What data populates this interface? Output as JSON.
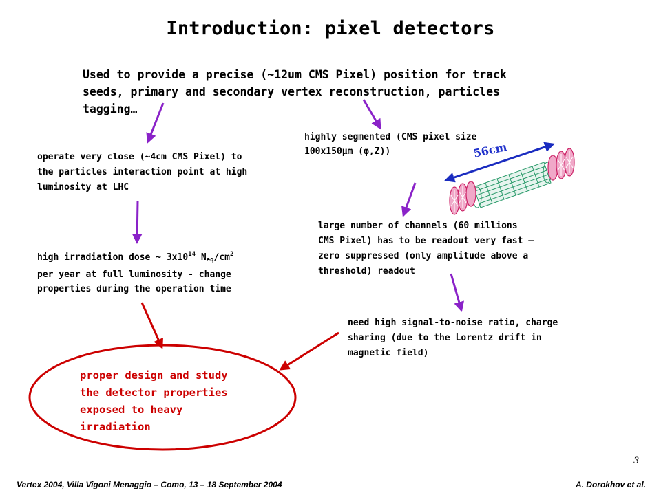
{
  "slide": {
    "title": "Introduction: pixel detectors",
    "intro": {
      "lines": [
        "Used to provide a precise (~12um CMS Pixel) position for track",
        "seeds, primary and secondary vertex reconstruction, particles",
        "tagging…"
      ]
    },
    "close_point": {
      "lines": [
        "operate very close (~4cm CMS Pixel) to",
        "the particles interaction point at high",
        "luminosity at LHC"
      ]
    },
    "segmentation": {
      "line1": "highly segmented (CMS pixel size",
      "line2": "100x150μm (φ,Z))"
    },
    "dose": {
      "prefix": "high irradiation dose ~ 3x10",
      "exp": "14",
      "unit": " N",
      "sub": "eq",
      "unit2": "/cm",
      "sup2": "2",
      "line2": "per year at full luminosity - change",
      "line3": "properties during the operation time"
    },
    "channels": {
      "lines": [
        "large number of channels (60 millions",
        "CMS Pixel) has to be readout very fast –",
        "zero suppressed (only amplitude above a",
        "threshold) readout"
      ]
    },
    "snr": {
      "lines": [
        "need high signal-to-noise ratio, charge",
        "sharing (due to the Lorentz drift in",
        "magnetic field)"
      ]
    },
    "conclusion": {
      "lines": [
        "proper design and  study",
        "the detector properties",
        "exposed to heavy",
        "irradiation"
      ]
    },
    "detector_image": {
      "dimension_label": "56cm"
    },
    "page_number": "3",
    "footer": {
      "left": "Vertex 2004, Villa Vigoni Menaggio – Como, 13 – 18 September 2004",
      "right": "A. Dorokhov et al."
    },
    "colors": {
      "arrow_purple": "#8a22c8",
      "arrow_red": "#cc0000",
      "conclusion_text": "#cc0000",
      "dimension_label": "#2233cc"
    }
  }
}
